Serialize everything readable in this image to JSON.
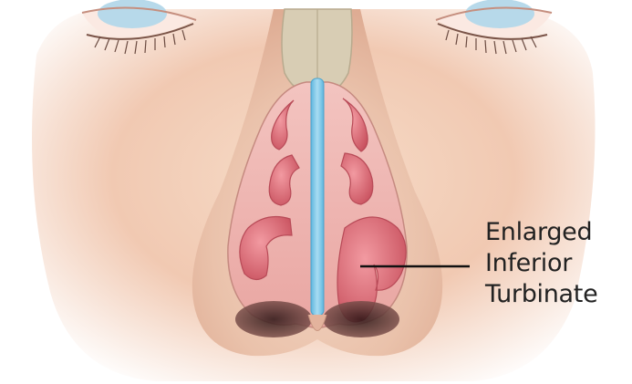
{
  "illustration": {
    "subject": "nasal anatomy front view"
  },
  "callout": {
    "lines": [
      "Enlarged",
      "Inferior",
      "Turbinate"
    ]
  },
  "colors": {
    "skin": "#f4d5c2",
    "skin_shadow": "#e7b69d",
    "bone": "#d8cdb4",
    "mucosa": "#eeaaa6",
    "turbinate": "#db6f79",
    "septum": "#7fc8e8",
    "eye": "#b7d9ea",
    "label_text": "#222222"
  }
}
